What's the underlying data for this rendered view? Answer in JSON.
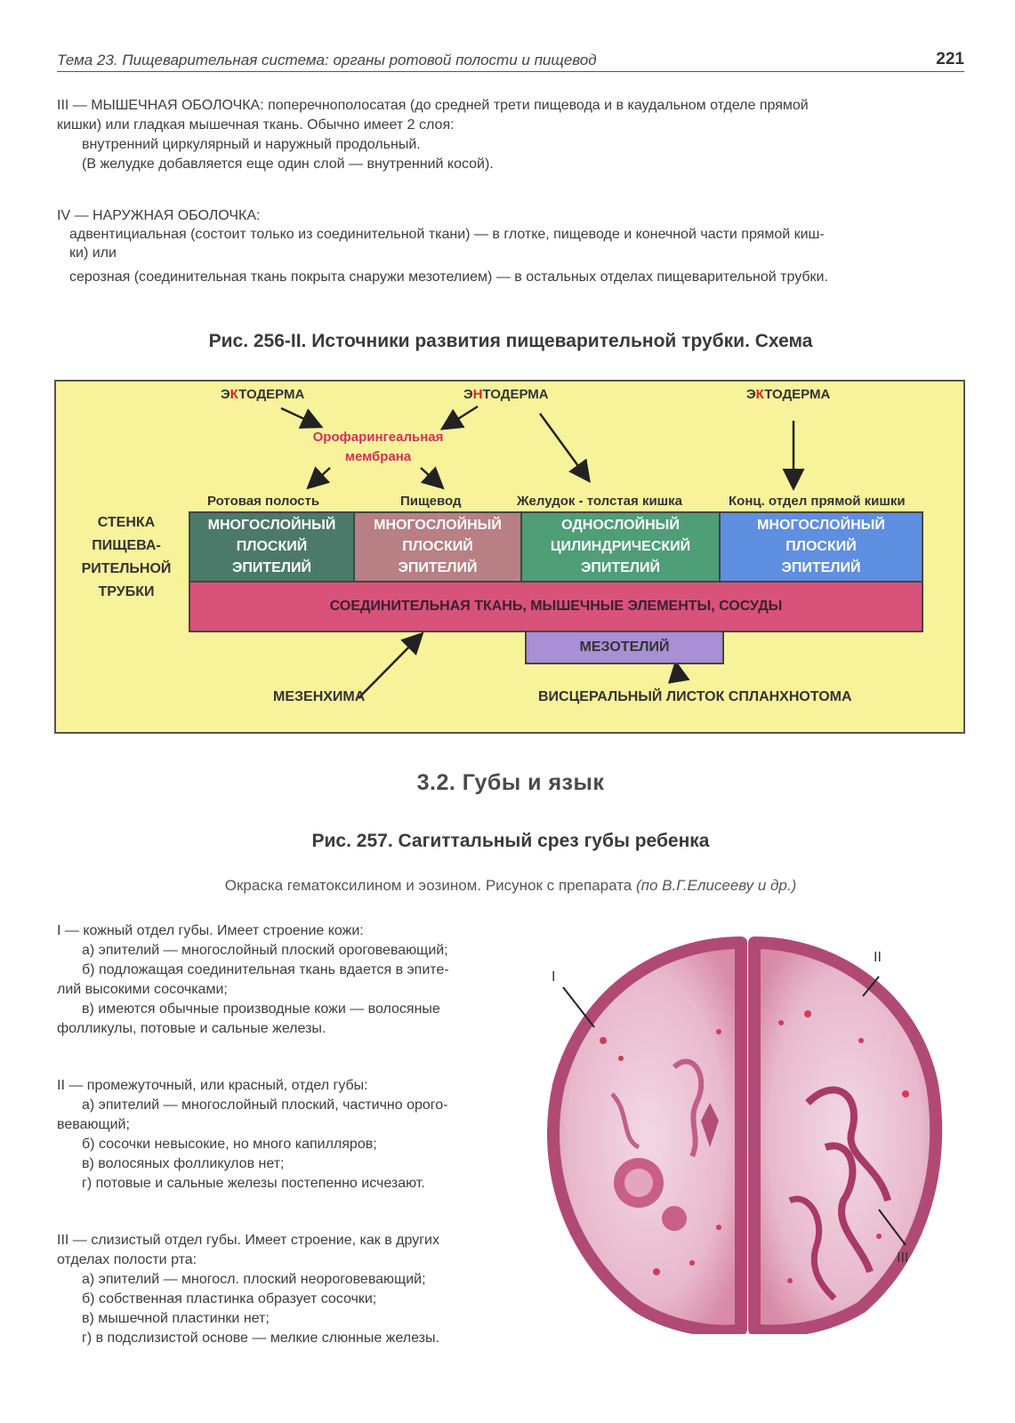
{
  "header": {
    "title": "Тема 23. Пищеварительная система: органы ротовой полости и пищевод",
    "page": "221"
  },
  "top_text": {
    "p3_line1": "III — МЫШЕЧНАЯ ОБОЛОЧКА: поперечнополосатая (до средней трети пищевода и в каудальном отделе прямой",
    "p3_line2": "кишки) или гладкая мышечная ткань. Обычно имеет 2 слоя:",
    "p3_line3": "внутренний циркулярный и наружный продольный.",
    "p3_line4": "(В желудке добавляется еще один слой — внутренний косой).",
    "p4_line1": "IV — НАРУЖНАЯ ОБОЛОЧКА:",
    "p4_line2": "адвентициальная (состоит только из соединительной ткани) — в глотке, пищеводе и конечной части прямой киш-",
    "p4_line3": "ки) или",
    "p4_line4": "серозная (соединительная ткань покрыта снаружи мезотелием) — в остальных отделах пищеварительной трубки."
  },
  "fig256": {
    "title": "Рис. 256-II. Источники развития пищеварительной трубки. Схема",
    "ecto_left_prefix": "Э",
    "ecto_left_red": "К",
    "ecto_left_suffix": "ТОДЕРМА",
    "endo_prefix": "Э",
    "endo_red": "Н",
    "endo_suffix": "ТОДЕРМА",
    "ecto_right_prefix": "Э",
    "ecto_right_red": "К",
    "ecto_right_suffix": "ТОДЕРМА",
    "membrane_line1": "Орофарингеальная",
    "membrane_line2": "мембрана",
    "col_labels": [
      "Ротовая полость",
      "Пищевод",
      "Желудок - толстая кишка",
      "Конц. отдел прямой кишки"
    ],
    "wall_label": [
      "СТЕНКА",
      "ПИЩЕВА-",
      "РИТЕЛЬНОЙ",
      "ТРУБКИ"
    ],
    "cells": [
      {
        "lines": [
          "МНОГОСЛОЙНЫЙ",
          "ПЛОСКИЙ",
          "ЭПИТЕЛИЙ"
        ],
        "color": "#4b7a6a"
      },
      {
        "lines": [
          "МНОГОСЛОЙНЫЙ",
          "ПЛОСКИЙ",
          "ЭПИТЕЛИЙ"
        ],
        "color": "#b87f84"
      },
      {
        "lines": [
          "ОДНОСЛОЙНЫЙ",
          "ЦИЛИНДРИЧЕСКИЙ",
          "ЭПИТЕЛИЙ"
        ],
        "color": "#4e9e78"
      },
      {
        "lines": [
          "МНОГОСЛОЙНЫЙ",
          "ПЛОСКИЙ",
          "ЭПИТЕЛИЙ"
        ],
        "color": "#5f8fe0"
      }
    ],
    "connective": "СОЕДИНИТЕЛЬНАЯ ТКАНЬ, МЫШЕЧНЫЕ ЭЛЕМЕНТЫ, СОСУДЫ",
    "connective_color": "#d9527a",
    "mesothelium": "МЕЗОТЕЛИЙ",
    "mesothelium_color": "#a88fd6",
    "mesenchyme": "МЕЗЕНХИМА",
    "visceral": "ВИСЦЕРАЛЬНЫЙ ЛИСТОК СПЛАНХНОТОМА"
  },
  "section": {
    "title": "3.2. Губы и язык"
  },
  "fig257": {
    "title": "Рис. 257. Сагиттальный срез губы ребенка",
    "caption_plain": "Окраска гематоксилином и эозином. Рисунок с препарата ",
    "caption_italic": "(по В.Г.Елисееву и др.)",
    "labels": [
      "I",
      "II",
      "III"
    ]
  },
  "lip_text": {
    "s1": [
      "I — кожный отдел губы. Имеет строение кожи:",
      "а) эпителий — многослойный плоский ороговевающий;",
      "б) подложащая соединительная ткань вдается в эпите-",
      "лий высокими сосочками;",
      "в) имеются обычные производные кожи — волосяные",
      "фолликулы, потовые и сальные железы."
    ],
    "s2": [
      "II — промежуточный, или красный, отдел губы:",
      "а) эпителий — многослойный плоский, частично орого-",
      "вевающий;",
      "б) сосочки невысокие, но много капилляров;",
      "в) волосяных фолликулов нет;",
      "г) потовые и сальные железы постепенно исчезают."
    ],
    "s3": [
      "III — слизистый отдел губы. Имеет строение, как в других",
      "отделах полости рта:",
      "а) эпителий — многосл. плоский неороговевающий;",
      "б) собственная пластинка образует сосочки;",
      "в) мышечной пластинки нет;",
      "г) в подслизистой основе — мелкие слюнные железы."
    ]
  }
}
